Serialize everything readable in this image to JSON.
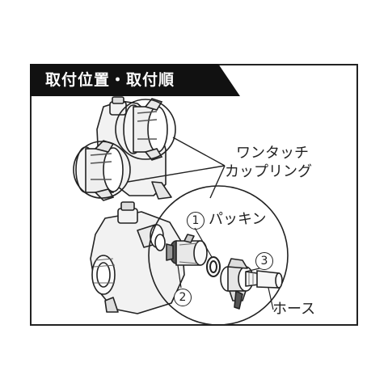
{
  "title": "取付位置・取付順",
  "labels": {
    "one_touch_line1": "ワンタッチ",
    "one_touch_line2": "カップリング",
    "packing_number": "1",
    "packing": "パッキン",
    "step_2_number": "2",
    "step_3_number": "3",
    "hose": "ホース"
  },
  "colors": {
    "banner": "#111111",
    "line": "#222222",
    "part_fill": "#f2f2f2",
    "shade": "#bdbdbd",
    "dark": "#555555"
  }
}
